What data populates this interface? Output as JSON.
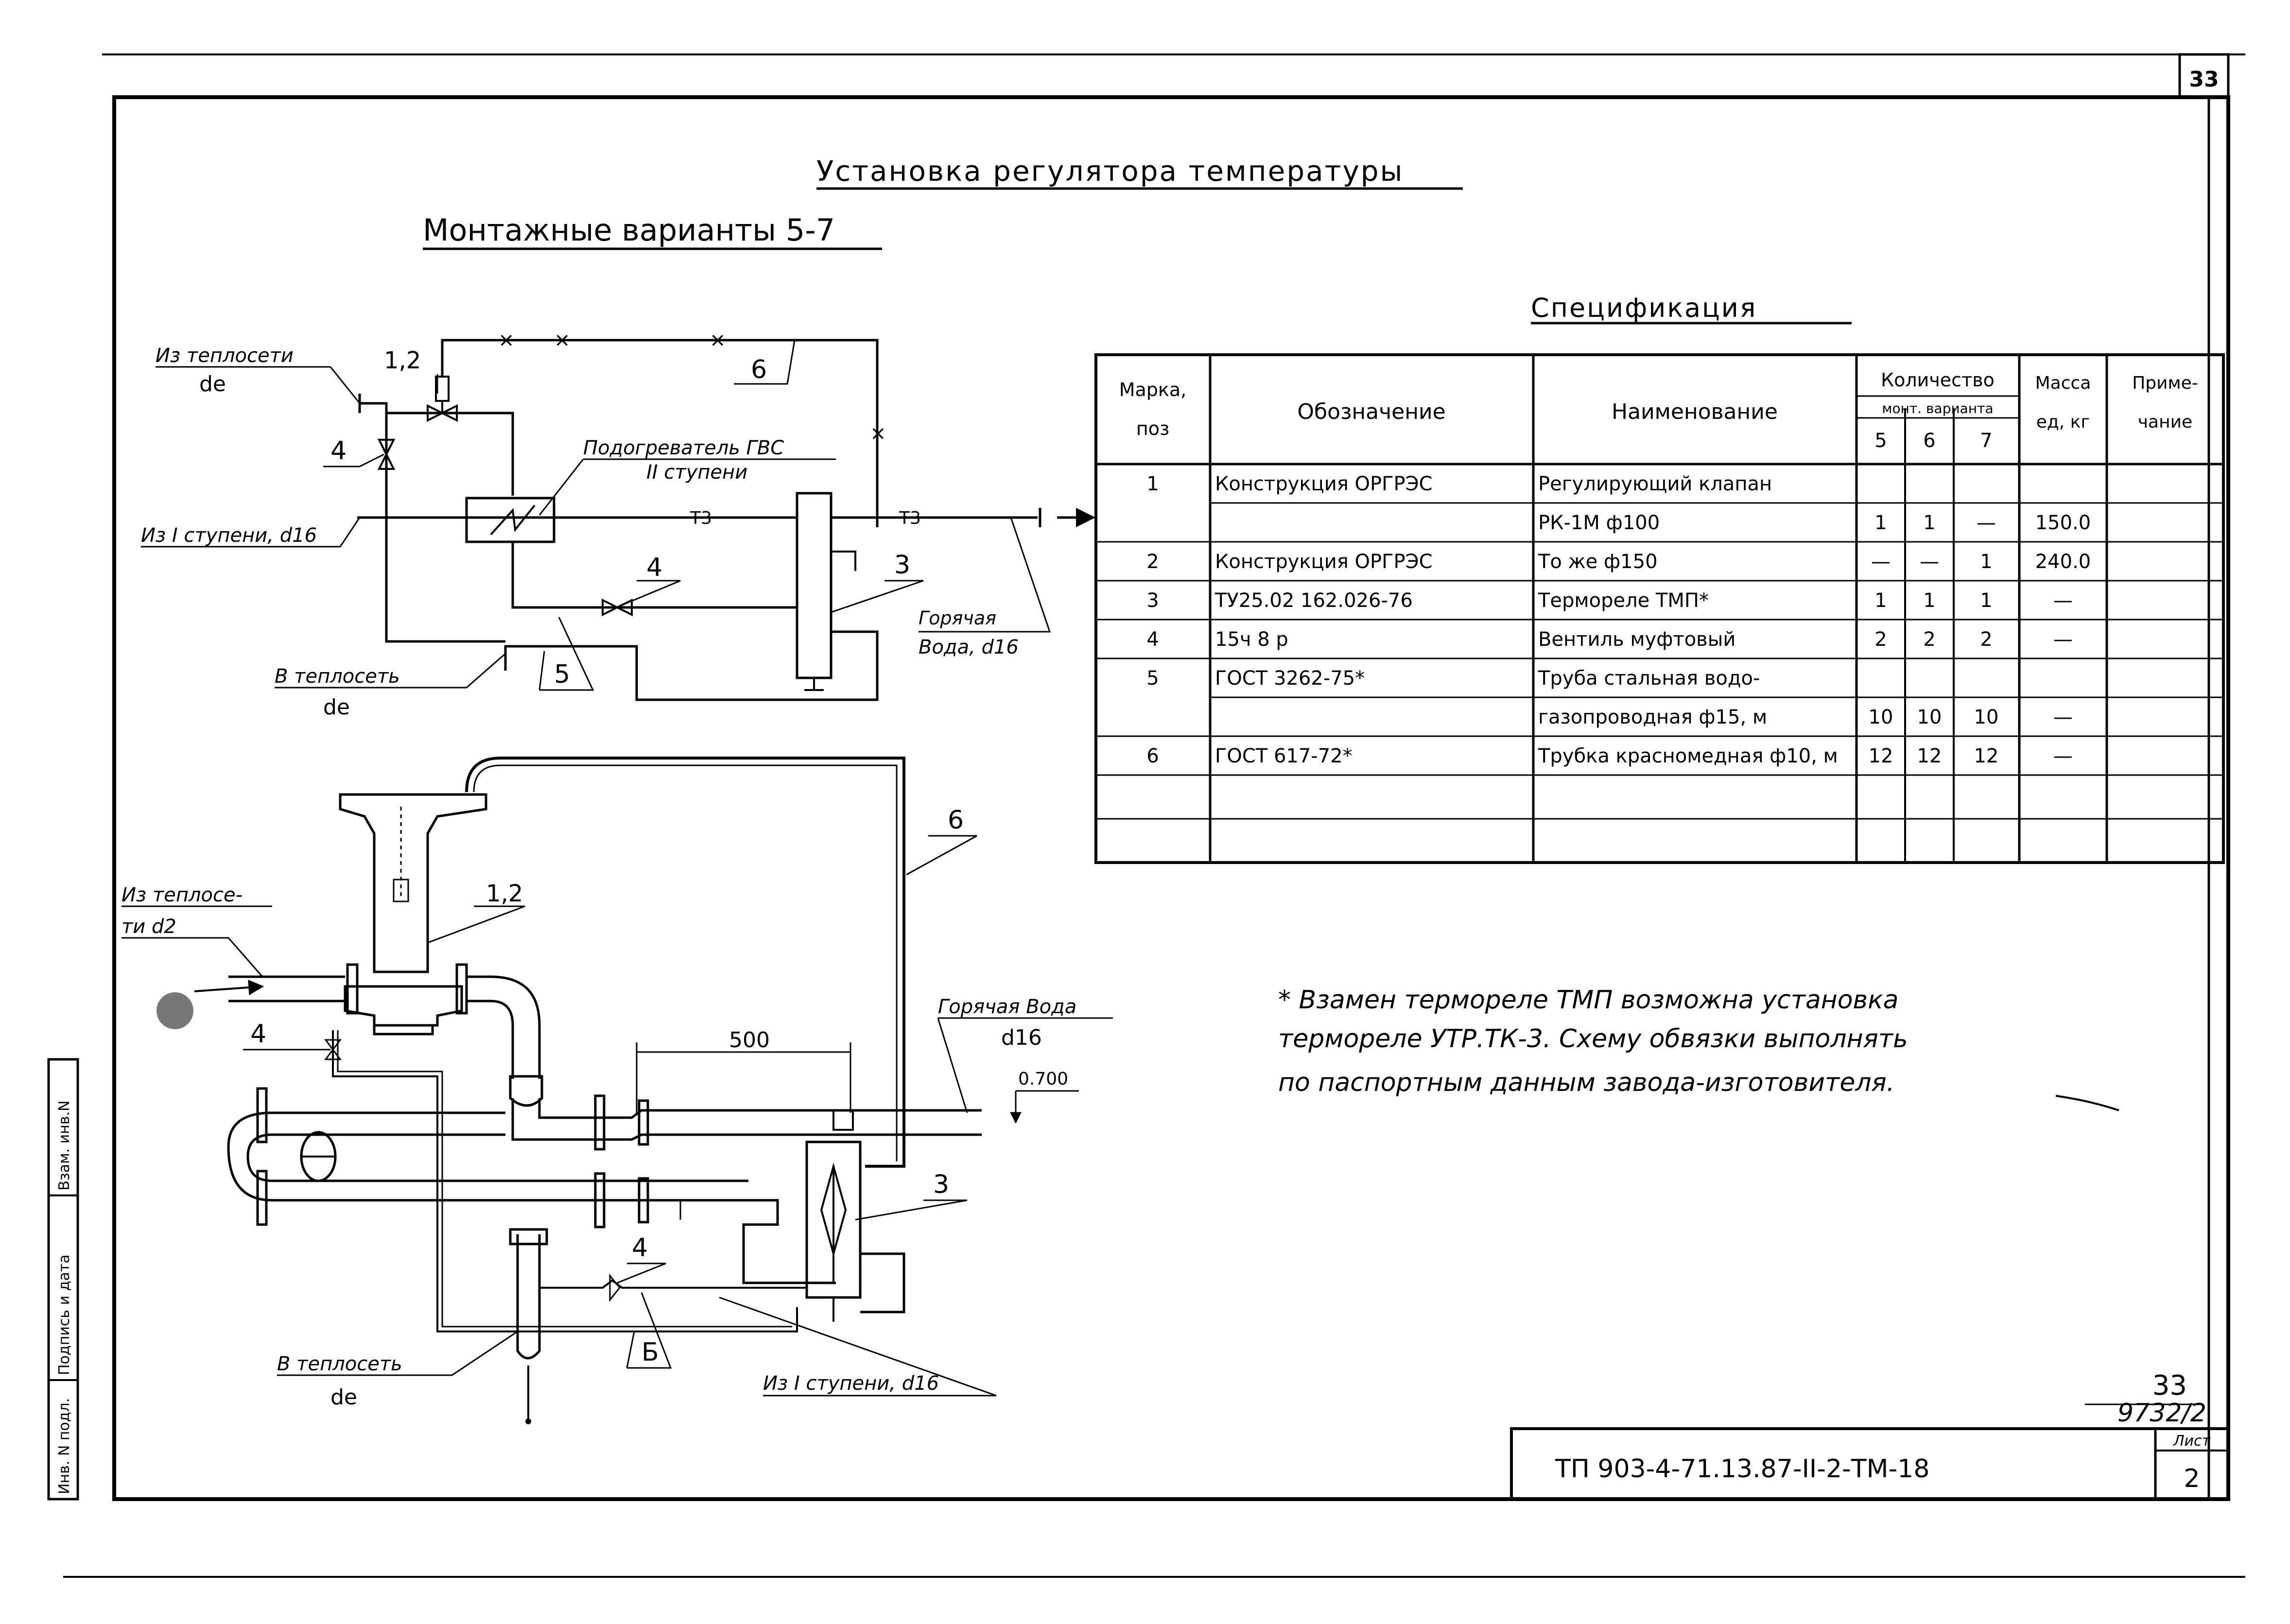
{
  "sheet": {
    "corner_number": "33",
    "title": "Установка регулятора температуры",
    "subtitle": "Монтажные варианты 5-7",
    "drawing_code": "ТП 903-4-71.13.87-II-2-ТМ-18",
    "sheet_label": "Лист",
    "sheet_no": "2",
    "stamp_number": "33",
    "stamp_sub": "9732/2",
    "side_stamp": [
      "Инв. N подл.",
      "Подпись и дата",
      "Взам. инв.N"
    ]
  },
  "scheme": {
    "from_network": "Из теплосети",
    "from_network_d": "dе",
    "from_stage": "Из I ступени, d16",
    "heater": "Подогреватель ГВС",
    "heater_stage": "II ступени",
    "to_network": "В теплосеть",
    "to_network_d": "dе",
    "hot_water": "Горячая",
    "hot_water_2": "Вода, d16",
    "t3": "Т3",
    "marks": [
      "1,2",
      "6",
      "4",
      "4",
      "3",
      "5"
    ]
  },
  "isometric": {
    "from_network": "Из теплосе-",
    "from_network_2": "ти  d2",
    "hot_water": "Горячая Вода",
    "hot_water_d": "d16",
    "dim_500": "500",
    "dim_700": "0.700",
    "to_network": "В теплосеть",
    "to_network_d": "dе",
    "from_stage": "Из I ступени, d16",
    "marks": [
      "1,2",
      "6",
      "4",
      "4",
      "3",
      "Б"
    ]
  },
  "spec": {
    "title": "Спецификация",
    "headers": {
      "mark": "Марка, поз",
      "designation": "Обозначение",
      "name": "Наименование",
      "qty": "Количество",
      "qty_sub": "монт. варианта",
      "v5": "5",
      "v6": "6",
      "v7": "7",
      "mass": "Масса ед, кг",
      "note": "Приме-чание"
    },
    "rows": [
      [
        "1",
        "Конструкция ОРГРЭС",
        "Регулирующий клапан",
        "",
        "",
        "",
        "",
        ""
      ],
      [
        "",
        "",
        "РК-1М  ф100",
        "1",
        "1",
        "—",
        "150.0",
        ""
      ],
      [
        "2",
        "Конструкция ОРГРЭС",
        "То же   ф150",
        "—",
        "—",
        "1",
        "240.0",
        ""
      ],
      [
        "3",
        "ТУ25.02  162.026-76",
        "Термореле ТМП*",
        "1",
        "1",
        "1",
        "—",
        ""
      ],
      [
        "4",
        "15ч 8 р",
        "Вентиль муфтовый",
        "2",
        "2",
        "2",
        "—",
        ""
      ],
      [
        "5",
        "ГОСТ 3262-75*",
        "Труба стальная водо-",
        "",
        "",
        "",
        "",
        ""
      ],
      [
        "",
        "",
        "газопроводная ф15, м",
        "10",
        "10",
        "10",
        "—",
        ""
      ],
      [
        "6",
        "ГОСТ 617-72*",
        "Трубка красномедная ф10, м",
        "12",
        "12",
        "12",
        "—",
        ""
      ],
      [
        "",
        "",
        "",
        "",
        "",
        "",
        "",
        ""
      ],
      [
        "",
        "",
        "",
        "",
        "",
        "",
        "",
        ""
      ]
    ]
  },
  "note": [
    "* Взамен термореле ТМП возможна установка",
    "термореле УТР.ТК-3. Схему обвязки выполнять",
    "по паспортным данным завода-изготовителя."
  ]
}
